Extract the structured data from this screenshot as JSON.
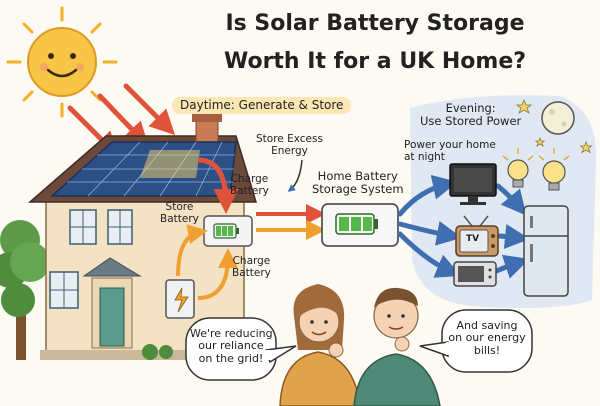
{
  "title": {
    "line1": "Is Solar Battery Storage",
    "line2": "Worth It for a UK Home?"
  },
  "phases": {
    "daytime": "Daytime: Generate & Store",
    "evening_l1": "Evening:",
    "evening_l2": "Use Stored Power"
  },
  "labels": {
    "store_excess_l1": "Store Excess",
    "store_excess_l2": "Energy",
    "charge_battery_top_l1": "Charge",
    "charge_battery_top_l2": "Battery",
    "store_battery_l1": "Store",
    "store_battery_l2": "Battery",
    "charge_battery_bottom_l1": "Charge",
    "charge_battery_bottom_l2": "Battery",
    "home_battery_l1": "Home Battery",
    "home_battery_l2": "Storage System",
    "power_home_l1": "Power your home",
    "power_home_l2": "at night",
    "tv": "TV"
  },
  "speech": {
    "woman_l1": "We're reducing",
    "woman_l2": "our reliance",
    "woman_l3": "on the grid!",
    "man_l1": "And saving",
    "man_l2": "on our energy",
    "man_l3": "bills!"
  },
  "colors": {
    "sun": "#f7c548",
    "panel": "#2c4f86",
    "battery_green": "#55b848",
    "arrow_red": "#e0533a",
    "arrow_orange": "#f0a030",
    "arrow_blue": "#3f6fb0",
    "night_sky": "#dde6f4"
  },
  "icons": [
    "sun-icon",
    "solar-panel-icon",
    "battery-icon",
    "inverter-icon",
    "moon-icon",
    "star-icon",
    "tv-monitor-icon",
    "light-bulb-icon",
    "retro-tv-icon",
    "microwave-icon",
    "fridge-icon"
  ]
}
